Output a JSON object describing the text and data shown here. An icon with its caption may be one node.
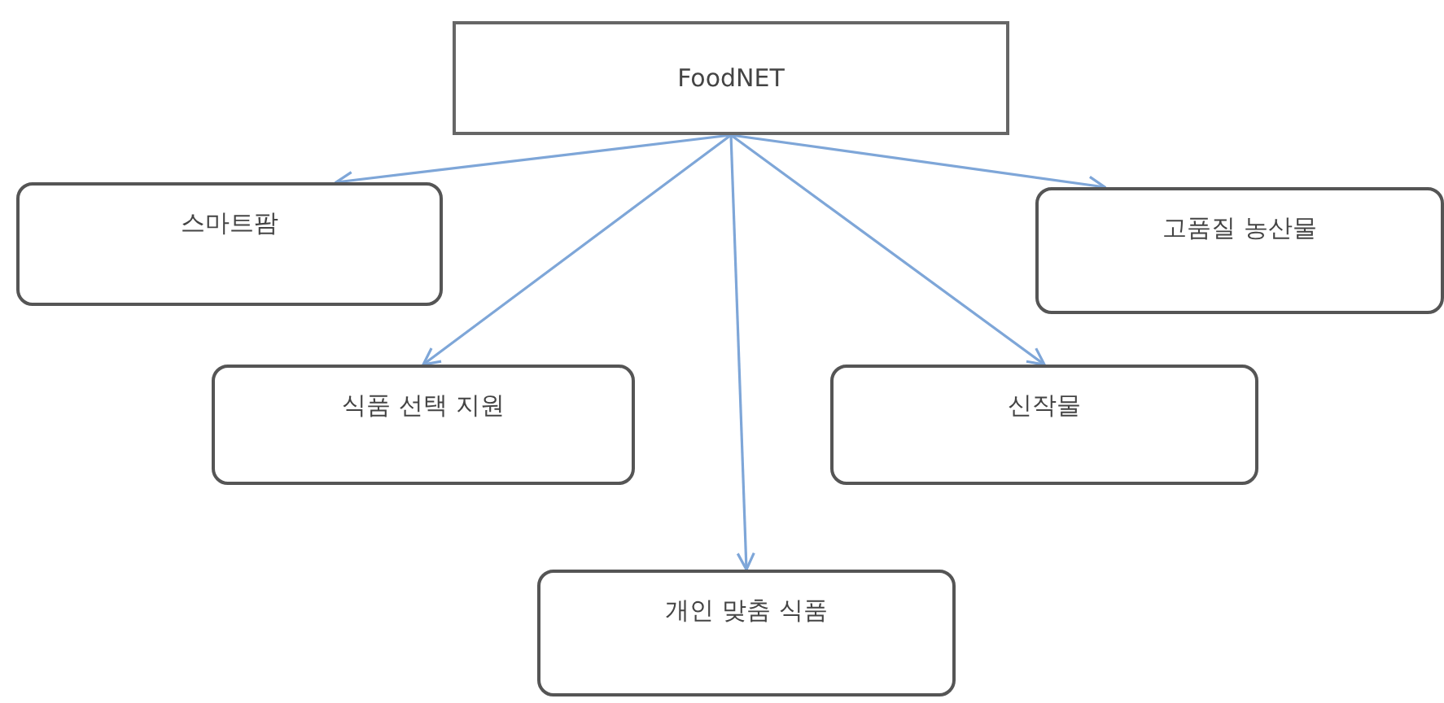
{
  "diagram": {
    "nodes": [
      {
        "text": [
          "FoodNET"
        ]
      },
      {
        "text": [
          "스마트팜"
        ]
      },
      {
        "text": [
          "고품질 농산물"
        ]
      },
      {
        "text": [
          "식품 선택 지원"
        ]
      },
      {
        "text": [
          "신작물"
        ]
      },
      {
        "text": [
          "개인 맞춤 식품"
        ]
      }
    ],
    "edges": [
      {
        "from": 0,
        "to": 1,
        "arrow": "to"
      },
      {
        "from": 0,
        "to": 3,
        "arrow": "to"
      },
      {
        "from": 0,
        "to": 5,
        "arrow": "to"
      },
      {
        "from": 0,
        "to": 4,
        "arrow": "to"
      },
      {
        "from": 0,
        "to": 2,
        "arrow": "to"
      }
    ]
  }
}
